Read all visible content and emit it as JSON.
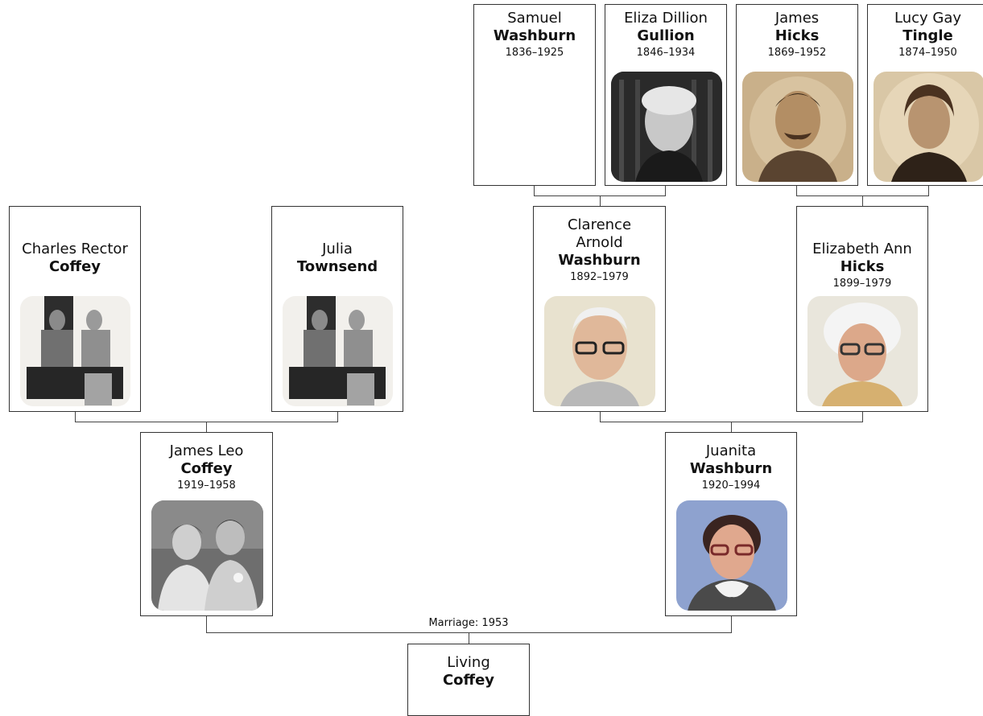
{
  "marriage_label": "Marriage: 1953",
  "people": {
    "samuel": {
      "given": "Samuel",
      "surname": "Washburn",
      "dates": "1836–1925"
    },
    "eliza": {
      "given": "Eliza Dillion",
      "surname": "Gullion",
      "dates": "1846–1934"
    },
    "james_hicks": {
      "given": "James",
      "surname": "Hicks",
      "dates": "1869–1952"
    },
    "lucy": {
      "given": "Lucy Gay",
      "surname": "Tingle",
      "dates": "1874–1950"
    },
    "charles": {
      "given": "Charles Rector",
      "surname": "Coffey",
      "dates": ""
    },
    "julia": {
      "given": "Julia",
      "surname": "Townsend",
      "dates": ""
    },
    "clarence": {
      "given": "Clarence Arnold",
      "surname": "Washburn",
      "dates": "1892–1979"
    },
    "elizabeth": {
      "given": "Elizabeth Ann",
      "surname": "Hicks",
      "dates": "1899–1979"
    },
    "james_leo": {
      "given": "James Leo",
      "surname": "Coffey",
      "dates": "1919–1958"
    },
    "juanita": {
      "given": "Juanita",
      "surname": "Washburn",
      "dates": "1920–1994"
    },
    "living": {
      "given": "Living",
      "surname": "Coffey",
      "dates": ""
    }
  }
}
